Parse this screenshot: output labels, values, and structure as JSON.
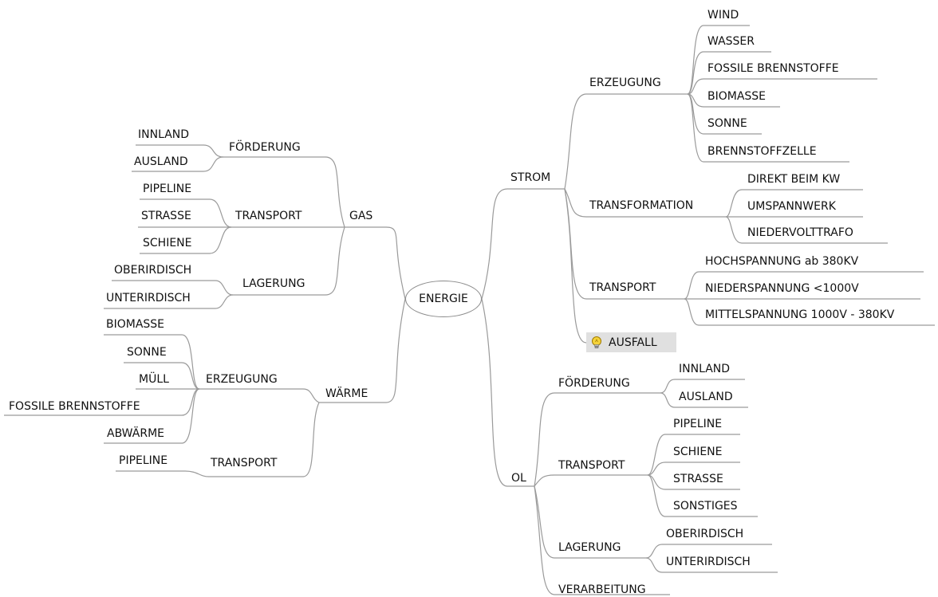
{
  "root": "ENERGIE",
  "gas": {
    "label": "GAS",
    "foerderung": {
      "label": "FÖRDERUNG",
      "innland": "INNLAND",
      "ausland": "AUSLAND"
    },
    "transport": {
      "label": "TRANSPORT",
      "pipeline": "PIPELINE",
      "strasse": "STRASSE",
      "schiene": "SCHIENE"
    },
    "lagerung": {
      "label": "LAGERUNG",
      "oberirdisch": "OBERIRDISCH",
      "unterirdisch": "UNTERIRDISCH"
    }
  },
  "waerme": {
    "label": "WÄRME",
    "erzeugung": {
      "label": "ERZEUGUNG",
      "biomasse": "BIOMASSE",
      "sonne": "SONNE",
      "muell": "MÜLL",
      "fossile": "FOSSILE BRENNSTOFFE",
      "abwaerme": "ABWÄRME"
    },
    "transport": {
      "label": "TRANSPORT",
      "pipeline": "PIPELINE"
    }
  },
  "strom": {
    "label": "STROM",
    "erzeugung": {
      "label": "ERZEUGUNG",
      "wind": "WIND",
      "wasser": "WASSER",
      "fossile": "FOSSILE BRENNSTOFFE",
      "biomasse": "BIOMASSE",
      "sonne": "SONNE",
      "brennstoffzelle": "BRENNSTOFFZELLE"
    },
    "transformation": {
      "label": "TRANSFORMATION",
      "direkt": "DIREKT BEIM KW",
      "umspannwerk": "UMSPANNWERK",
      "niedervolttrafo": "NIEDERVOLTTRAFO"
    },
    "transport": {
      "label": "TRANSPORT",
      "hoch": "HOCHSPANNUNG ab 380KV",
      "nieder": "NIEDERSPANNUNG <1000V",
      "mittel": "MITTELSPANNUNG 1000V - 380KV"
    },
    "ausfall": "AUSFALL",
    "ausfall_icon": "lightbulb-icon"
  },
  "oel": {
    "label": "OL",
    "foerderung": {
      "label": "FÖRDERUNG",
      "innland": "INNLAND",
      "ausland": "AUSLAND"
    },
    "transport": {
      "label": "TRANSPORT",
      "pipeline": "PIPELINE",
      "schiene": "SCHIENE",
      "strasse": "STRASSE",
      "sonstiges": "SONSTIGES"
    },
    "lagerung": {
      "label": "LAGERUNG",
      "oberirdisch": "OBERIRDISCH",
      "unterirdisch": "UNTERIRDISCH"
    },
    "verarbeitung": {
      "label": "VERARBEITUNG"
    }
  }
}
